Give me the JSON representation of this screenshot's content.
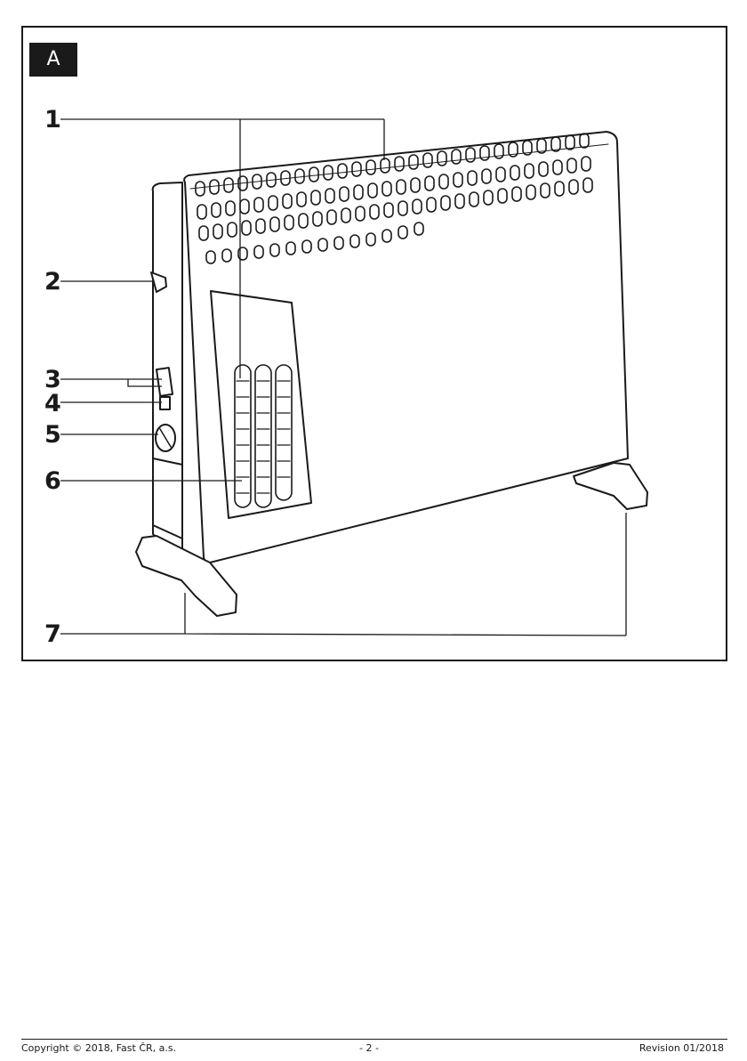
{
  "figure": {
    "section_label": "A",
    "callouts": [
      "1",
      "2",
      "3",
      "4",
      "5",
      "6",
      "7"
    ]
  },
  "footer": {
    "copyright": "Copyright © 2018, Fast ČR, a.s.",
    "page_number": "- 2 -",
    "revision": "Revision 01/2018"
  }
}
